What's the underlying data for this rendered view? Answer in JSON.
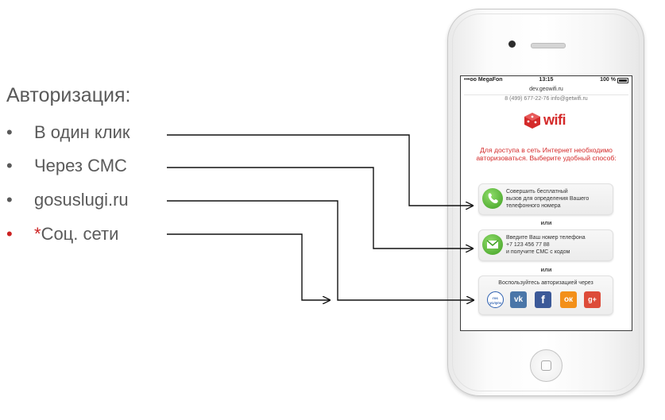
{
  "slide": {
    "title": "Авторизация:",
    "bullets": [
      {
        "marker": "•",
        "text": "В один клик"
      },
      {
        "marker": "•",
        "text": "Через СМС"
      },
      {
        "marker": "•",
        "text": "gosuslugi.ru"
      },
      {
        "marker": "•",
        "asterisk": "*",
        "text": "Соц. сети"
      }
    ],
    "accent_color": "#cc2222"
  },
  "phone": {
    "status_bar": {
      "carrier": "•••oo MegaFon",
      "time": "13:15",
      "battery": "100 %"
    },
    "url": "dev.geowifi.ru",
    "contacts": "8 (499) 677-22-76 info@getwifi.ru",
    "logo_text": "wifi",
    "notice": "Для доступа в сеть Интернет необходимо авторизоваться. Выберите удобный способ:",
    "options": [
      {
        "icon": "phone-icon",
        "lines": [
          "Совершить бесплатный",
          "вызов для определения Вашего",
          "телефонного номера"
        ]
      },
      {
        "icon": "envelope-icon",
        "lines": [
          "Введите Ваш номер телефона",
          "+7 123 456 77 88",
          "и получите СМС с кодом"
        ]
      }
    ],
    "or_label": "или",
    "social": {
      "title": "Воспользуйтесь авторизацией через",
      "providers": [
        {
          "name": "gosuslugi",
          "glyph": "гос услуги"
        },
        {
          "name": "vk",
          "glyph": "vk"
        },
        {
          "name": "facebook",
          "glyph": "f"
        },
        {
          "name": "odnoklassniki",
          "glyph": "ок"
        },
        {
          "name": "google-plus",
          "glyph": "g+"
        }
      ]
    },
    "brand_color": "#d42a2a"
  }
}
